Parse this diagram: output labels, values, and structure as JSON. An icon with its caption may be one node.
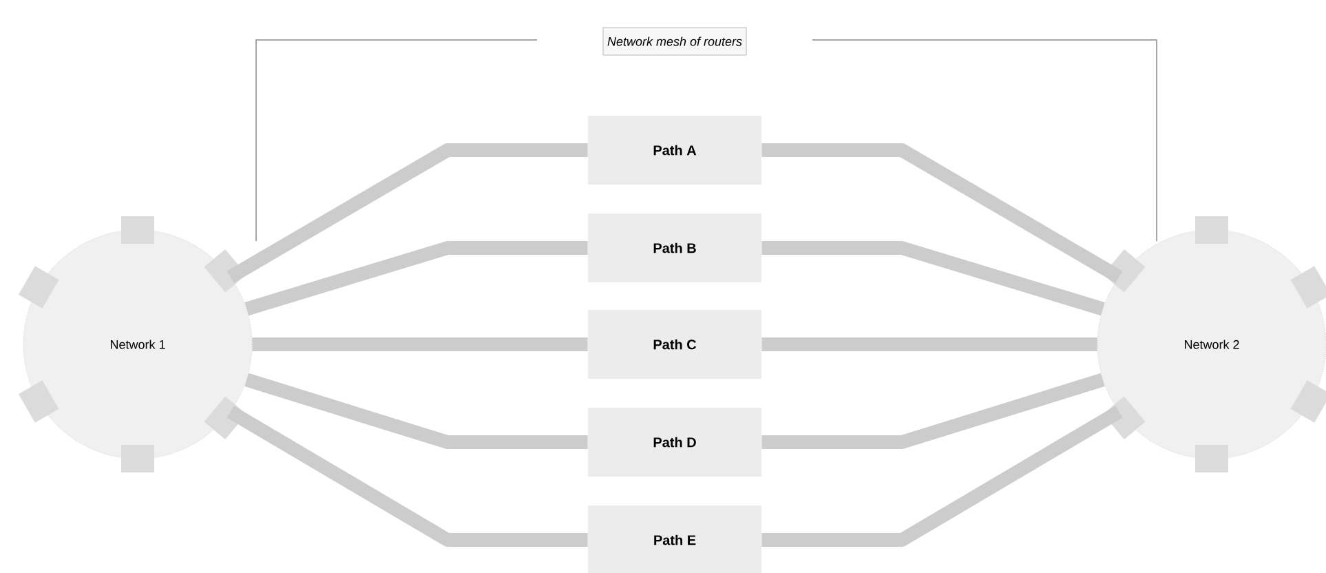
{
  "diagram": {
    "nodes": [
      {
        "text": [
          "Network mesh of routers"
        ]
      },
      {
        "text": [
          "Network 1"
        ]
      },
      {
        "text": [
          "Path A"
        ]
      },
      {
        "text": [
          "Path B"
        ]
      },
      {
        "text": [
          "Path C"
        ]
      },
      {
        "text": [
          "Path D"
        ]
      },
      {
        "text": [
          "Path E"
        ]
      },
      {
        "text": [
          "Network 2"
        ]
      }
    ],
    "edges": [
      {
        "from": 1,
        "to": 2,
        "arrow": "none"
      },
      {
        "from": 1,
        "to": 3,
        "arrow": "none"
      },
      {
        "from": 1,
        "to": 4,
        "arrow": "none"
      },
      {
        "from": 1,
        "to": 5,
        "arrow": "none"
      },
      {
        "from": 1,
        "to": 6,
        "arrow": "none"
      },
      {
        "from": 2,
        "to": 7,
        "arrow": "none"
      },
      {
        "from": 3,
        "to": 7,
        "arrow": "none"
      },
      {
        "from": 4,
        "to": 7,
        "arrow": "none"
      },
      {
        "from": 5,
        "to": 7,
        "arrow": "none"
      },
      {
        "from": 6,
        "to": 7,
        "arrow": "none"
      }
    ]
  }
}
